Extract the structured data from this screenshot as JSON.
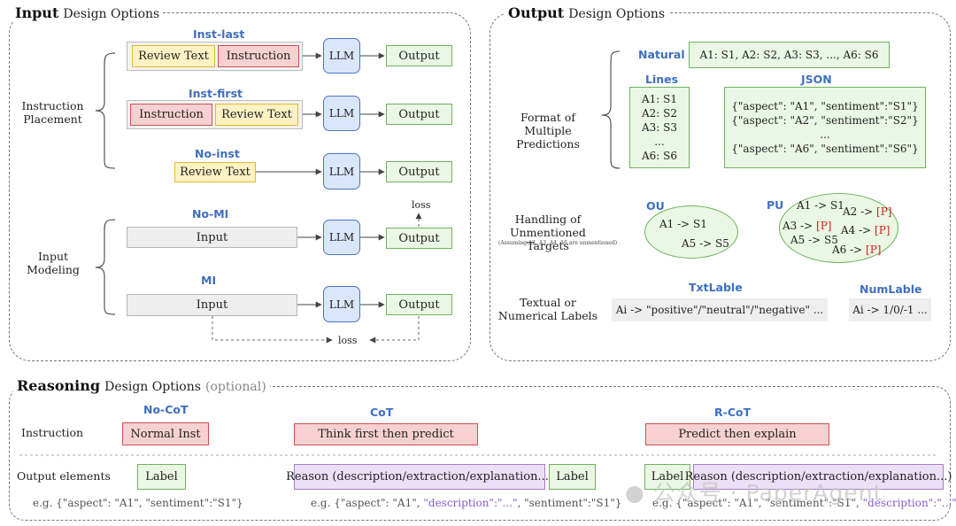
{
  "input_panel": {
    "title_bold": "Input",
    "title_rest": "Design Options",
    "instruction_placement_label": "Instruction\nPlacement",
    "input_modeling_label": "Input\nModeling",
    "inst_last": {
      "name": "Inst-last",
      "review_text": "Review Text",
      "instruction": "Instruction",
      "llm": "LLM",
      "output": "Output"
    },
    "inst_first": {
      "name": "Inst-first",
      "instruction": "Instruction",
      "review_text": "Review Text",
      "llm": "LLM",
      "output": "Output"
    },
    "no_inst": {
      "name": "No-inst",
      "review_text": "Review Text",
      "llm": "LLM",
      "output": "Output"
    },
    "no_mi": {
      "name": "No-MI",
      "input": "Input",
      "llm": "LLM",
      "output": "Output",
      "loss": "loss"
    },
    "mi": {
      "name": "MI",
      "input": "Input",
      "llm": "LLM",
      "output": "Output",
      "loss": "loss"
    }
  },
  "output_panel": {
    "title_bold": "Output",
    "title_rest": "Design Options",
    "format_label": "Format of\nMultiple Predictions",
    "natural": {
      "name": "Natural",
      "text": "A1: S1, A2: S2, A3: S3, ..., A6: S6"
    },
    "lines": {
      "name": "Lines",
      "text": "A1: S1\nA2: S2\nA3: S3\n...\nA6: S6"
    },
    "json": {
      "name": "JSON",
      "text": "{\"aspect\": \"A1\", \"sentiment\":\"S1\"}\n{\"aspect\": \"A2\", \"sentiment\":\"S2\"}\n...\n{\"aspect\": \"A6\", \"sentiment\":\"S6\"}"
    },
    "unmentioned_label": "Handling of Unmentioned\nTargets",
    "unmentioned_note": "(Assuming A2, A3, A4, A6 are unmentioned)",
    "ou": {
      "name": "OU",
      "items": [
        "A1 -> S1",
        "A5 -> S5"
      ]
    },
    "pu": {
      "name": "PU",
      "items": [
        "A1 -> S1",
        "A2 -> ",
        "A3 -> ",
        "A4 -> ",
        "A5 -> S5",
        "A6 -> "
      ],
      "placeholder": "[P]"
    },
    "labels_label": "Textual or\nNumerical Labels",
    "txtlable": {
      "name": "TxtLable",
      "text": "Ai -> \"positive\"/\"neutral\"/\"negative\" ..."
    },
    "numlable": {
      "name": "NumLable",
      "text": "Ai -> 1/0/-1 ..."
    }
  },
  "reasoning_panel": {
    "title_bold": "Reasoning",
    "title_rest": "Design Options",
    "title_opt": "(optional)",
    "instruction_label": "Instruction",
    "output_elements_label": "Output elements",
    "no_cot": {
      "name": "No-CoT",
      "instruction": "Normal Inst",
      "label": "Label",
      "example": "e.g. {\"aspect\": \"A1\", \"sentiment\":\"S1\"}"
    },
    "cot": {
      "name": "CoT",
      "instruction": "Think first then predict",
      "reason": "Reason (description/extraction/explanation...)",
      "label": "Label",
      "example_a": "e.g. {\"aspect\": \"A1\", ",
      "example_b": "\"description\":\"...\"",
      "example_c": ", \"sentiment\":\"S1\"}"
    },
    "r_cot": {
      "name": "R-CoT",
      "instruction": "Predict then explain",
      "label": "Label",
      "reason": "Reason (description/extraction/explanation...)",
      "example_a": "e.g. {\"aspect\": \"A1\", \"sentiment\":\"S1\", ",
      "example_b": "\"description\":\"...\"",
      "example_c": "}"
    }
  },
  "watermark": "公众号 · PaperAgent",
  "colors": {
    "blue_title": "#3f6fbf",
    "yellow": "#fdf2c4",
    "red": "#f7d1d1",
    "green": "#eaf7e4",
    "llm_blue": "#dae6fb",
    "purple": "#ece0f6",
    "placeholder_red": "#d02020",
    "highlight_purple": "#8a5ad0"
  }
}
